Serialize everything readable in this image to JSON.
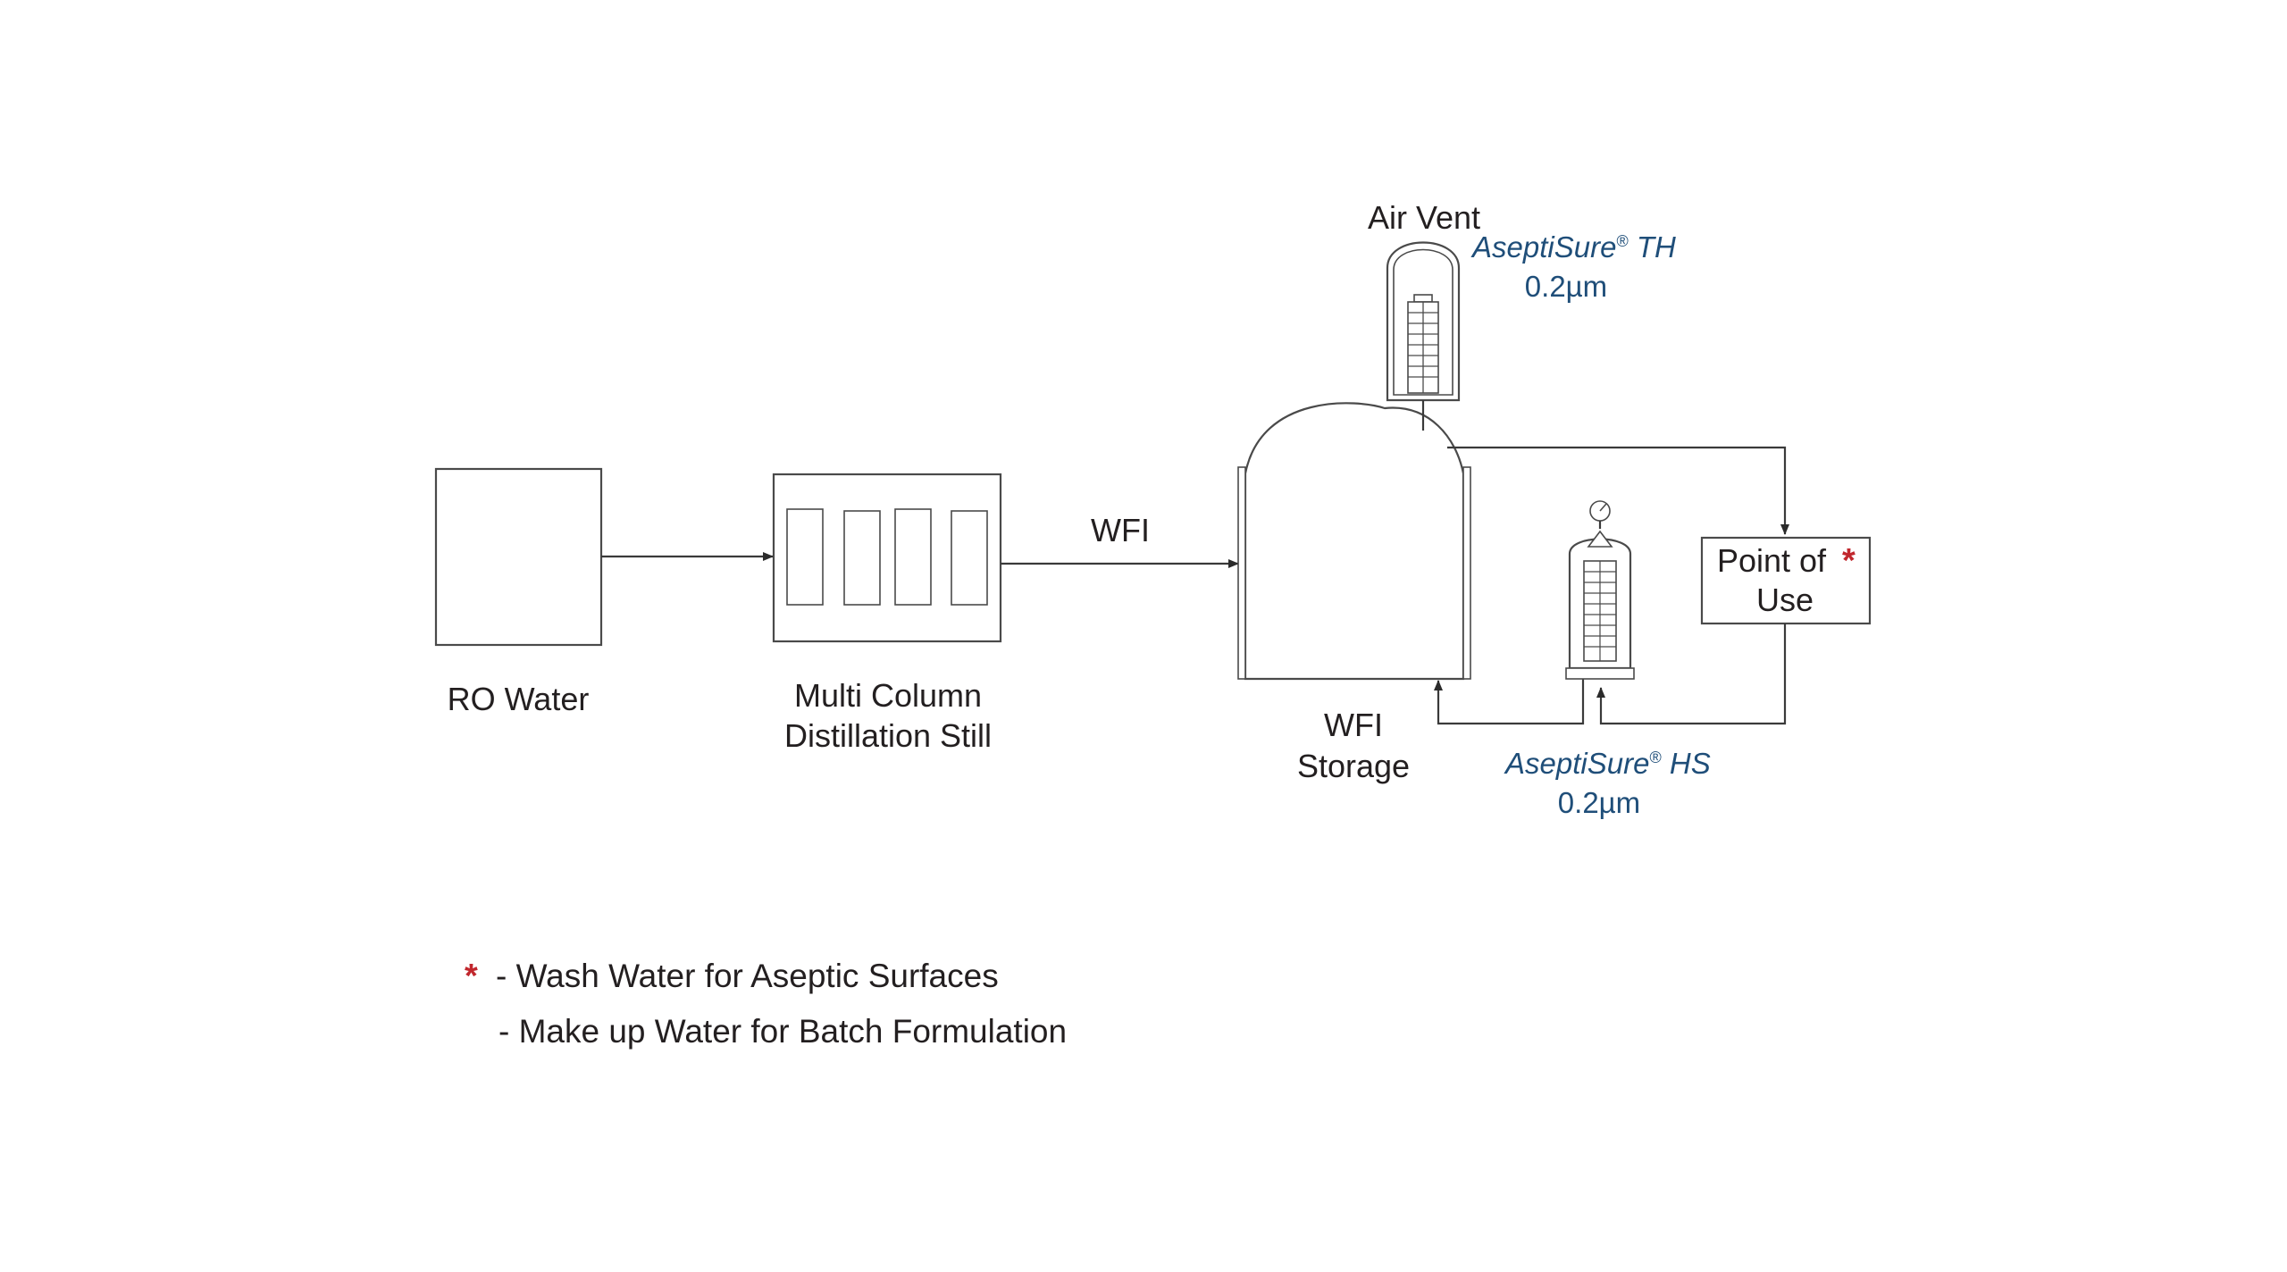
{
  "nodes": {
    "ro_water": {
      "label": "RO Water"
    },
    "distillation": {
      "label_line1": "Multi Column",
      "label_line2": "Distillation Still"
    },
    "wfi_storage": {
      "label_line1": "WFI",
      "label_line2": "Storage"
    },
    "point_of_use": {
      "label_line1": "Point of",
      "label_line2": "Use",
      "marker": "*"
    },
    "air_vent": {
      "label": "Air Vent"
    },
    "vent_filter": {
      "brand": "AseptiSure",
      "reg": "®",
      "model": " TH",
      "rating": "0.2µm"
    },
    "loop_filter": {
      "brand": "AseptiSure",
      "reg": "®",
      "model": " HS",
      "rating": "0.2µm"
    }
  },
  "edges": {
    "still_to_storage": {
      "label": "WFI"
    }
  },
  "notes": {
    "marker": "*",
    "items": [
      "-  Wash Water for Aseptic Surfaces",
      "-  Make up Water for Batch Formulation"
    ]
  },
  "colors": {
    "line": "#3a3a3a",
    "text": "#231f20",
    "brand_text": "#1f4e79",
    "marker": "#c1272d"
  }
}
